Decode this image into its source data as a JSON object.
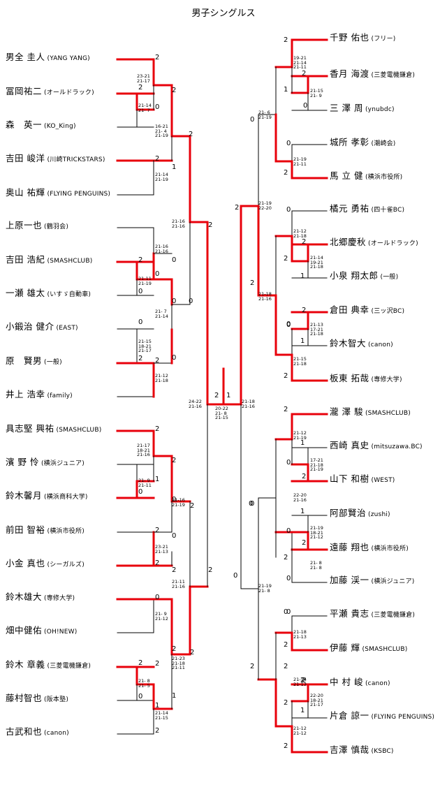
{
  "title": "男子シングルス",
  "left_players": [
    {
      "name": "男全 圭人",
      "team": "(YANG YANG)"
    },
    {
      "name": "冨岡祐二",
      "team": "(オールドラック)"
    },
    {
      "name": "森　英一",
      "team": "(KO_King)"
    },
    {
      "name": "吉田 峻洋",
      "team": "(川崎TRICKSTARS)"
    },
    {
      "name": "奥山 祐輝",
      "team": "(FLYING PENGUINS)"
    },
    {
      "name": "上原一也",
      "team": "(鶴羽会)"
    },
    {
      "name": "吉田 浩紀",
      "team": "(SMASHCLUB)"
    },
    {
      "name": "一瀬 雄太",
      "team": "(いすゞ自動車)"
    },
    {
      "name": "小鍛治 健介",
      "team": "(EAST)"
    },
    {
      "name": "原　賢男",
      "team": "(一般)"
    },
    {
      "name": "井上 浩幸",
      "team": "(family)"
    },
    {
      "name": "具志堅 興祐",
      "team": "(SMASHCLUB)"
    },
    {
      "name": "濱 野 怜",
      "team": "(横浜ジュニア)"
    },
    {
      "name": "鈴木馨月",
      "team": "(横浜商科大学)"
    },
    {
      "name": "前田 智裕",
      "team": "(横浜市役所)"
    },
    {
      "name": "小金 真也",
      "team": "(シーガルズ)"
    },
    {
      "name": "鈴木雄大",
      "team": "(専修大学)"
    },
    {
      "name": "畑中健佑",
      "team": "(OH!NEW)"
    },
    {
      "name": "鈴木 章義",
      "team": "(三菱電機鎌倉)"
    },
    {
      "name": "藤村智也",
      "team": "(阪本塾)"
    },
    {
      "name": "古武和也",
      "team": "(canon)"
    }
  ],
  "right_players": [
    {
      "name": "千野 佑也",
      "team": "(フリー)"
    },
    {
      "name": "香月 海渡",
      "team": "(三菱電機鎌倉)"
    },
    {
      "name": "三 澤 周",
      "team": "(ynubdc)"
    },
    {
      "name": "城所 孝彰",
      "team": "(潮崎会)"
    },
    {
      "name": "馬 立 健",
      "team": "(横浜市役所)"
    },
    {
      "name": "橘元 勇祐",
      "team": "(四十雀BC)"
    },
    {
      "name": "北郷慶秋",
      "team": "(オールドラック)"
    },
    {
      "name": "小泉 翔太郎",
      "team": "(一般)"
    },
    {
      "name": "倉田 典幸",
      "team": "(三ッ沢BC)"
    },
    {
      "name": "鈴木智大",
      "team": "(canon)"
    },
    {
      "name": "板東 拓哉",
      "team": "(専修大学)"
    },
    {
      "name": "瀧 澤 駿",
      "team": "(SMASHCLUB)"
    },
    {
      "name": "西崎 真史",
      "team": "(mitsuzawa.BC)"
    },
    {
      "name": "山下 和樹",
      "team": "(WEST)"
    },
    {
      "name": "阿部賢治",
      "team": "(zushi)"
    },
    {
      "name": "遠藤 翔也",
      "team": "(横浜市役所)"
    },
    {
      "name": "加藤 渓一",
      "team": "(横浜ジュニア)"
    },
    {
      "name": "平瀬 貴志",
      "team": "(三菱電機鎌倉)"
    },
    {
      "name": "伊藤 輝",
      "team": "(SMASHCLUB)"
    },
    {
      "name": "中 村 峻",
      "team": "(canon)"
    },
    {
      "name": "片倉 諒一",
      "team": "(FLYING PENGUINS)"
    },
    {
      "name": "吉澤 慎哉",
      "team": "(KSBC)"
    }
  ],
  "win_color": "#e8000b",
  "line_color": "#000000",
  "left_scores": [
    {
      "text": "2"
    },
    {
      "text": "2"
    },
    {
      "text": "0"
    },
    {
      "text": "2"
    },
    {
      "text": "2"
    },
    {
      "text": "1"
    },
    {
      "text": "2"
    },
    {
      "text": "0"
    },
    {
      "text": "0"
    },
    {
      "text": "2"
    },
    {
      "text": "2"
    },
    {
      "text": "0"
    },
    {
      "text": "2"
    },
    {
      "text": "0"
    },
    {
      "text": "1"
    },
    {
      "text": "2"
    },
    {
      "text": "2"
    },
    {
      "text": "0"
    },
    {
      "text": "2"
    },
    {
      "text": "2"
    },
    {
      "text": "0"
    },
    {
      "text": "2"
    },
    {
      "text": "1"
    },
    {
      "text": "2"
    },
    {
      "text": "0"
    },
    {
      "text": "2"
    },
    {
      "text": "0"
    },
    {
      "text": "2"
    },
    {
      "text": "0"
    },
    {
      "text": "2"
    },
    {
      "text": "2"
    },
    {
      "text": "0"
    },
    {
      "text": "2"
    },
    {
      "text": "1"
    },
    {
      "text": "2"
    },
    {
      "text": "0"
    },
    {
      "text": "2"
    },
    {
      "text": "0"
    }
  ],
  "right_scores": [
    {
      "text": "2"
    },
    {
      "text": "2"
    },
    {
      "text": "1"
    },
    {
      "text": "0"
    },
    {
      "text": "0"
    },
    {
      "text": "0"
    },
    {
      "text": "2"
    },
    {
      "text": "2"
    },
    {
      "text": "0"
    },
    {
      "text": "2"
    },
    {
      "text": "2"
    },
    {
      "text": "1"
    },
    {
      "text": "2"
    },
    {
      "text": "2"
    },
    {
      "text": "0"
    },
    {
      "text": "1"
    },
    {
      "text": "2"
    },
    {
      "text": "0"
    },
    {
      "text": "2"
    },
    {
      "text": "2"
    },
    {
      "text": "1"
    },
    {
      "text": "0"
    },
    {
      "text": "2"
    },
    {
      "text": "1"
    },
    {
      "text": "2"
    },
    {
      "text": "0"
    },
    {
      "text": "0"
    },
    {
      "text": "0"
    },
    {
      "text": "2"
    },
    {
      "text": "2"
    },
    {
      "text": "2"
    },
    {
      "text": "1"
    },
    {
      "text": "2"
    },
    {
      "text": "2"
    },
    {
      "text": "0"
    },
    {
      "text": "0"
    },
    {
      "text": "2"
    },
    {
      "text": "2"
    },
    {
      "text": "0"
    },
    {
      "text": "0"
    }
  ],
  "final_scores": [
    {
      "text": "2"
    },
    {
      "text": "1"
    }
  ],
  "left_sets": [
    {
      "text": "23-21\n21-17"
    },
    {
      "text": "21-14\n21- 7"
    },
    {
      "text": "16-21\n21- 4\n21-19"
    },
    {
      "text": "21-14\n21-19"
    },
    {
      "text": "21-16\n21-16"
    },
    {
      "text": "21-16\n21-16"
    },
    {
      "text": "21-11\n21-19"
    },
    {
      "text": "21- 7\n21-14"
    },
    {
      "text": "21-15\n18-21\n21-17"
    },
    {
      "text": "21-12\n21-18"
    },
    {
      "text": "24-22\n21-16"
    },
    {
      "text": "21-17\n18-21\n21-16"
    },
    {
      "text": "21- 9\n21-11"
    },
    {
      "text": "21-16\n21-19"
    },
    {
      "text": "23-21\n21-13"
    },
    {
      "text": "21-11\n21-16"
    },
    {
      "text": "21- 9\n21-12"
    },
    {
      "text": "21-23\n21-18\n21-11"
    },
    {
      "text": "21- 8\n21- 5"
    },
    {
      "text": "21-14\n21-15"
    }
  ],
  "right_sets": [
    {
      "text": "19-21\n21-14\n21-11"
    },
    {
      "text": "21-15\n21- 9"
    },
    {
      "text": "21- 6\n21-19"
    },
    {
      "text": "21-19\n21-11"
    },
    {
      "text": "21-19\n22-20"
    },
    {
      "text": "21-12\n21-18"
    },
    {
      "text": "21-14\n19-21\n21-18"
    },
    {
      "text": "21-18\n21-16"
    },
    {
      "text": "21-13\n17-21\n21-18"
    },
    {
      "text": "21-15\n21-18"
    },
    {
      "text": "21-18\n21-16"
    },
    {
      "text": "21-12\n21-19"
    },
    {
      "text": "17-21\n21-18\n21-19"
    },
    {
      "text": "22-20\n21-16"
    },
    {
      "text": "21-19\n18-21\n21-12"
    },
    {
      "text": "21- 8\n21- 8"
    },
    {
      "text": "21-19\n21- 8"
    },
    {
      "text": "21-18\n21-13"
    },
    {
      "text": "21-14\n21-13"
    },
    {
      "text": "22-20\n18-21\n21-17"
    },
    {
      "text": "21-12\n21-12"
    }
  ],
  "final_sets": [
    {
      "text": "20-22\n21- 8\n21-15"
    }
  ]
}
